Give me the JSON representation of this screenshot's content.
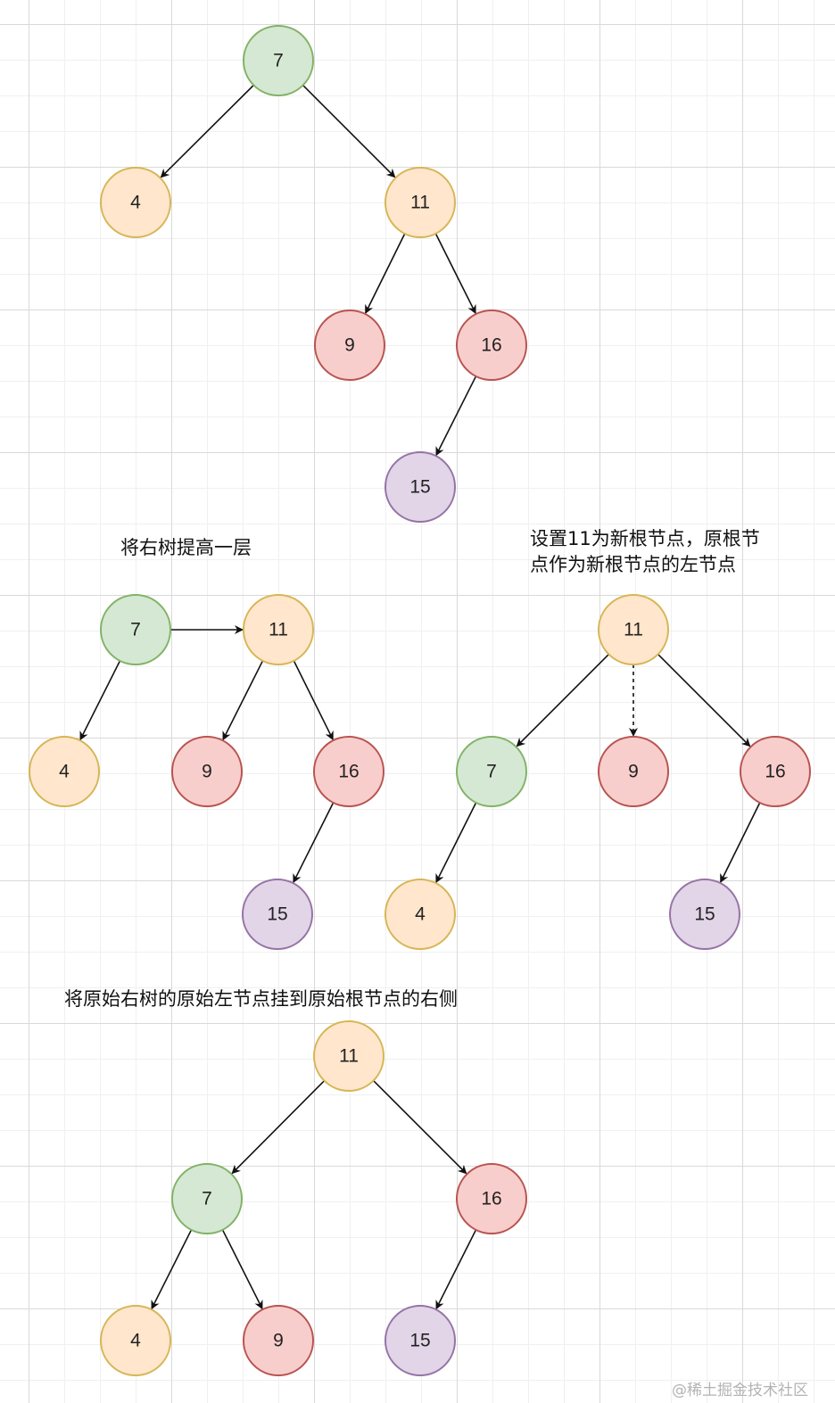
{
  "node_styles": {
    "green": {
      "fill": "#d5e8d4",
      "stroke": "#82b366"
    },
    "orange": {
      "fill": "#ffe6cc",
      "stroke": "#d6b656"
    },
    "red": {
      "fill": "#f8cecc",
      "stroke": "#b85450"
    },
    "purple": {
      "fill": "#e1d5e7",
      "stroke": "#9673a6"
    }
  },
  "edge_color": "#111111",
  "captions": {
    "step_1": "将右树提高一层",
    "step_2_line_1": "设置11为新根节点，原根节",
    "step_2_line_2": "点作为新根节点的左节点",
    "step_3": "将原始右树的原始左节点挂到原始根节点的右侧"
  },
  "watermark": "@稀土掘金技术社区",
  "diagrams": [
    {
      "name": "original-tree",
      "nodes": [
        {
          "id": "a7",
          "label": "7",
          "style": "green"
        },
        {
          "id": "a4",
          "label": "4",
          "style": "orange"
        },
        {
          "id": "a11",
          "label": "11",
          "style": "orange"
        },
        {
          "id": "a9",
          "label": "9",
          "style": "red"
        },
        {
          "id": "a16",
          "label": "16",
          "style": "red"
        },
        {
          "id": "a15",
          "label": "15",
          "style": "purple"
        }
      ],
      "edges": [
        {
          "from": "a7",
          "to": "a4"
        },
        {
          "from": "a7",
          "to": "a11"
        },
        {
          "from": "a11",
          "to": "a9"
        },
        {
          "from": "a11",
          "to": "a16"
        },
        {
          "from": "a16",
          "to": "a15"
        }
      ]
    },
    {
      "name": "raise-right-subtree",
      "nodes": [
        {
          "id": "b7",
          "label": "7",
          "style": "green"
        },
        {
          "id": "b11",
          "label": "11",
          "style": "orange"
        },
        {
          "id": "b4",
          "label": "4",
          "style": "orange"
        },
        {
          "id": "b9",
          "label": "9",
          "style": "red"
        },
        {
          "id": "b16",
          "label": "16",
          "style": "red"
        },
        {
          "id": "b15",
          "label": "15",
          "style": "purple"
        }
      ],
      "edges": [
        {
          "from": "b7",
          "to": "b11"
        },
        {
          "from": "b7",
          "to": "b4"
        },
        {
          "from": "b11",
          "to": "b9"
        },
        {
          "from": "b11",
          "to": "b16"
        },
        {
          "from": "b16",
          "to": "b15"
        }
      ]
    },
    {
      "name": "new-root-11",
      "nodes": [
        {
          "id": "c11",
          "label": "11",
          "style": "orange"
        },
        {
          "id": "c7",
          "label": "7",
          "style": "green"
        },
        {
          "id": "c9",
          "label": "9",
          "style": "red"
        },
        {
          "id": "c16",
          "label": "16",
          "style": "red"
        },
        {
          "id": "c4",
          "label": "4",
          "style": "orange"
        },
        {
          "id": "c15",
          "label": "15",
          "style": "purple"
        }
      ],
      "edges": [
        {
          "from": "c11",
          "to": "c7"
        },
        {
          "from": "c11",
          "to": "c9",
          "dashed": true
        },
        {
          "from": "c11",
          "to": "c16"
        },
        {
          "from": "c7",
          "to": "c4"
        },
        {
          "from": "c16",
          "to": "c15"
        }
      ]
    },
    {
      "name": "final-tree",
      "nodes": [
        {
          "id": "d11",
          "label": "11",
          "style": "orange"
        },
        {
          "id": "d7",
          "label": "7",
          "style": "green"
        },
        {
          "id": "d16",
          "label": "16",
          "style": "red"
        },
        {
          "id": "d4",
          "label": "4",
          "style": "orange"
        },
        {
          "id": "d9",
          "label": "9",
          "style": "red"
        },
        {
          "id": "d15",
          "label": "15",
          "style": "purple"
        }
      ],
      "edges": [
        {
          "from": "d11",
          "to": "d7"
        },
        {
          "from": "d11",
          "to": "d16"
        },
        {
          "from": "d7",
          "to": "d4"
        },
        {
          "from": "d7",
          "to": "d9"
        },
        {
          "from": "d16",
          "to": "d15"
        }
      ]
    }
  ]
}
